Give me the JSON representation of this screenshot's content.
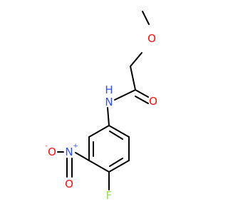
{
  "molecule": {
    "atoms": {
      "o_methoxy": {
        "symbol": "O",
        "color": "#ff0d0d"
      },
      "o_carbonyl": {
        "symbol": "O",
        "color": "#ff0d0d"
      },
      "n_amide": {
        "symbol": "N",
        "color": "#3050f8"
      },
      "h_amide": {
        "symbol": "H",
        "color": "#3050f8"
      },
      "n_nitro": {
        "symbol": "N",
        "color": "#3050f8"
      },
      "n_nitro_charge": {
        "symbol": "+",
        "color": "#3050f8"
      },
      "o_nitro_left": {
        "symbol": "O",
        "color": "#ff0d0d"
      },
      "o_nitro_left_charge": {
        "symbol": "-",
        "color": "#ff0d0d"
      },
      "o_nitro_bottom": {
        "symbol": "O",
        "color": "#ff0d0d"
      },
      "f": {
        "symbol": "F",
        "color": "#90e050"
      }
    },
    "bond_color": "#000000"
  }
}
